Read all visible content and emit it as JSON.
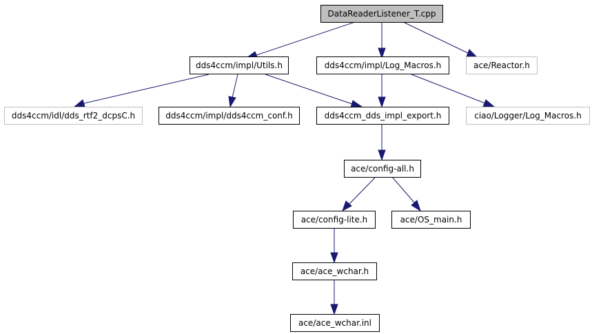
{
  "diagram": {
    "root": "DataReaderListener_T.cpp",
    "utils": "dds4ccm/impl/Utils.h",
    "log_macros": "dds4ccm/impl/Log_Macros.h",
    "reactor": "ace/Reactor.h",
    "dcps": "dds4ccm/idl/dds_rtf2_dcpsC.h",
    "conf": "dds4ccm/impl/dds4ccm_conf.h",
    "export": "dds4ccm_dds_impl_export.h",
    "ciao_log": "ciao/Logger/Log_Macros.h",
    "config_all": "ace/config-all.h",
    "config_lite": "ace/config-lite.h",
    "os_main": "ace/OS_main.h",
    "wchar_h": "ace/ace_wchar.h",
    "wchar_inl": "ace/ace_wchar.inl"
  },
  "colors": {
    "edge": "#191970",
    "root_fill": "#bfbfbf",
    "external_border": "#bfbfbf"
  }
}
